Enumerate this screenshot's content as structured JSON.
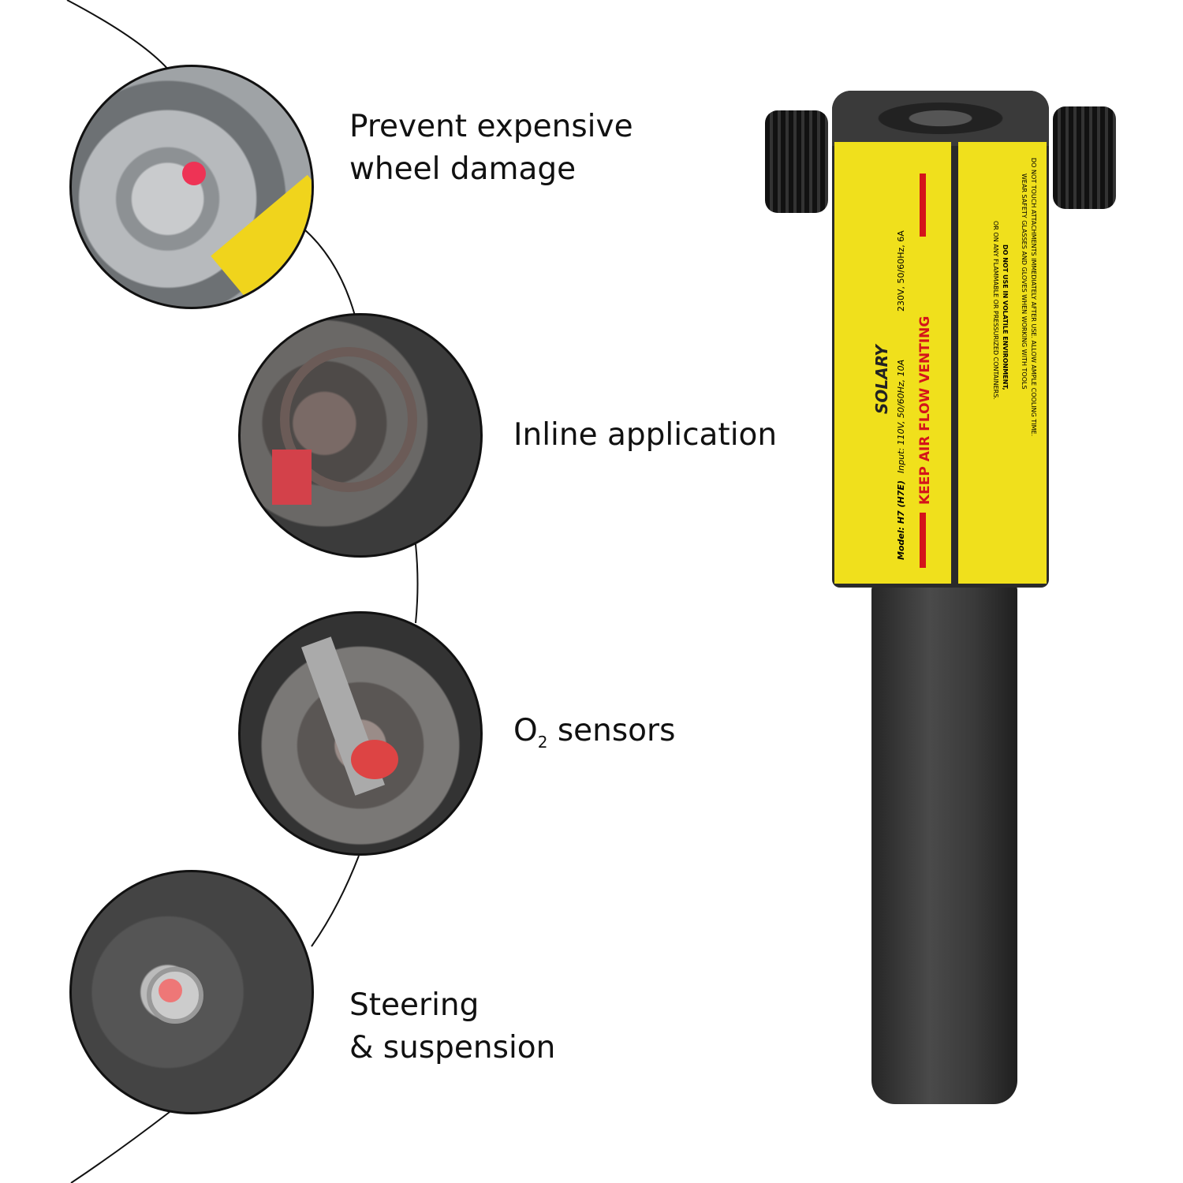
{
  "features": [
    {
      "line1": "Prevent expensive",
      "line2": "wheel damage"
    },
    {
      "line1": "Inline application"
    },
    {
      "line1": "O",
      "subscript": "2",
      "line1_rest": " sensors"
    },
    {
      "line1": "Steering",
      "line2": "& suspension"
    }
  ],
  "product_label": {
    "brand": "SOLARY",
    "model": "Model: H7 (H7E)",
    "input": "Input: 110V, 50/60Hz, 10A",
    "input_alt": "230V, 50/60Hz, 6A",
    "venting": "KEEP AIR FLOW VENTING",
    "warning1": "DO NOT TOUCH ATTACHMENTS IMMEDIATELY AFTER USE. ALLOW AMPLE COOLING TIME.",
    "warning2": "WEAR SAFETY GLASSES AND GLOVES WHEN WORKING WITH TOOLS",
    "warning3": "DO NOT USE IN VOLATILE ENVIRONMENT,",
    "warning4": "OR ON ANY FLAMMABLE OR PRESSURIZED CONTAINERS."
  },
  "colors": {
    "label_yellow": "#f0e01c",
    "label_red": "#d4141a",
    "body": "#2f2f2f"
  }
}
